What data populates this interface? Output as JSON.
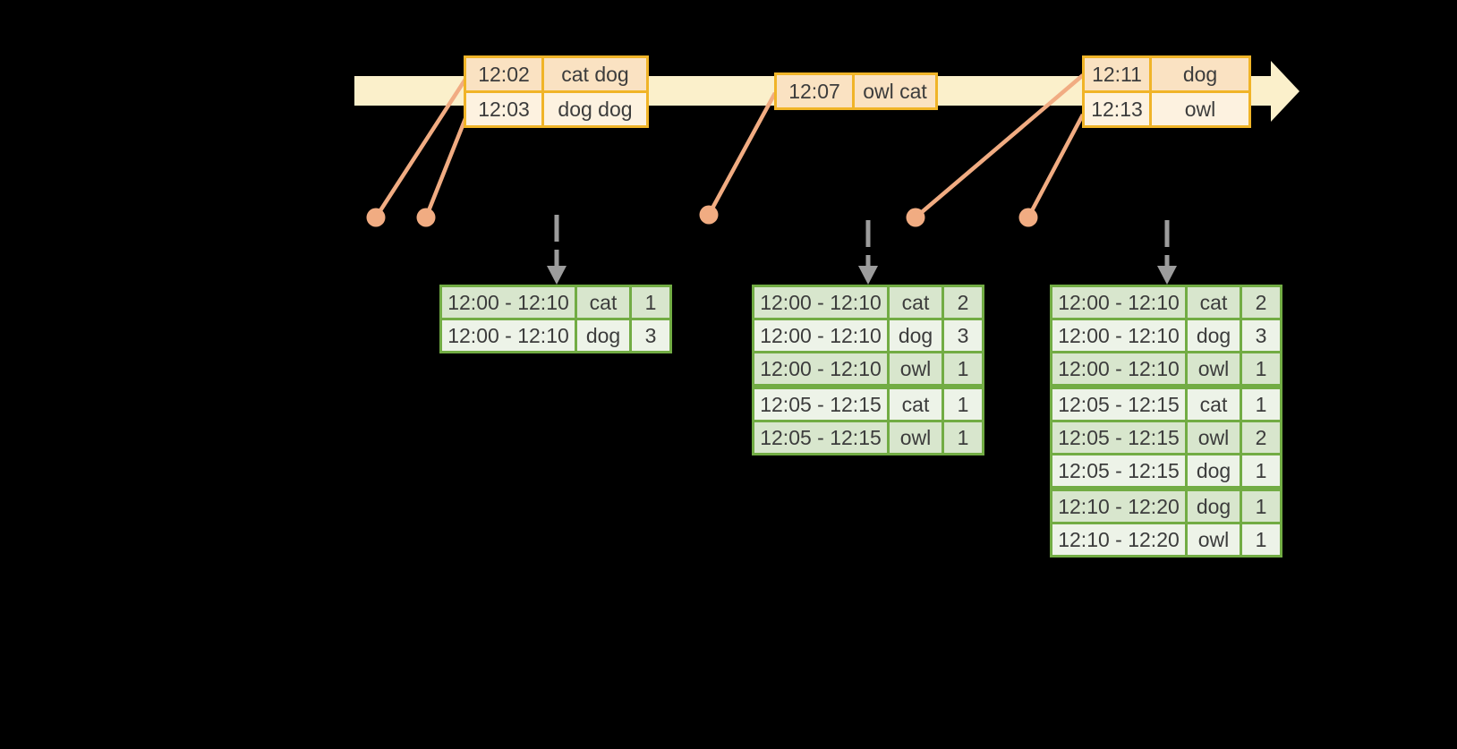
{
  "colors": {
    "background": "#000000",
    "timeline_band": "#fbf0cb",
    "event_border": "#f0b428",
    "event_row_odd": "#fae2c2",
    "event_row_even": "#fdf2e0",
    "connector": "#f1ac82",
    "trigger_arrow": "#9c9c9c",
    "result_border": "#72ac44",
    "result_row_odd": "#d8e6cd",
    "result_row_even": "#edf3e8",
    "text": "#3c3c3c"
  },
  "event_tables": [
    {
      "rows": [
        [
          "12:02",
          "cat dog"
        ],
        [
          "12:03",
          "dog dog"
        ]
      ]
    },
    {
      "rows": [
        [
          "12:07",
          "owl cat"
        ]
      ]
    },
    {
      "rows": [
        [
          "12:11",
          "dog"
        ],
        [
          "12:13",
          "owl"
        ]
      ]
    }
  ],
  "result_tables": [
    {
      "groups": [
        [
          [
            "12:00 - 12:10",
            "cat",
            "1"
          ],
          [
            "12:00 - 12:10",
            "dog",
            "3"
          ]
        ]
      ]
    },
    {
      "groups": [
        [
          [
            "12:00 - 12:10",
            "cat",
            "2"
          ],
          [
            "12:00 - 12:10",
            "dog",
            "3"
          ],
          [
            "12:00 - 12:10",
            "owl",
            "1"
          ]
        ],
        [
          [
            "12:05 - 12:15",
            "cat",
            "1"
          ],
          [
            "12:05 - 12:15",
            "owl",
            "1"
          ]
        ]
      ]
    },
    {
      "groups": [
        [
          [
            "12:00 - 12:10",
            "cat",
            "2"
          ],
          [
            "12:00 - 12:10",
            "dog",
            "3"
          ],
          [
            "12:00 - 12:10",
            "owl",
            "1"
          ]
        ],
        [
          [
            "12:05 - 12:15",
            "cat",
            "1"
          ],
          [
            "12:05 - 12:15",
            "owl",
            "2"
          ],
          [
            "12:05 - 12:15",
            "dog",
            "1"
          ]
        ],
        [
          [
            "12:10 - 12:20",
            "dog",
            "1"
          ],
          [
            "12:10 - 12:20",
            "owl",
            "1"
          ]
        ]
      ]
    }
  ]
}
